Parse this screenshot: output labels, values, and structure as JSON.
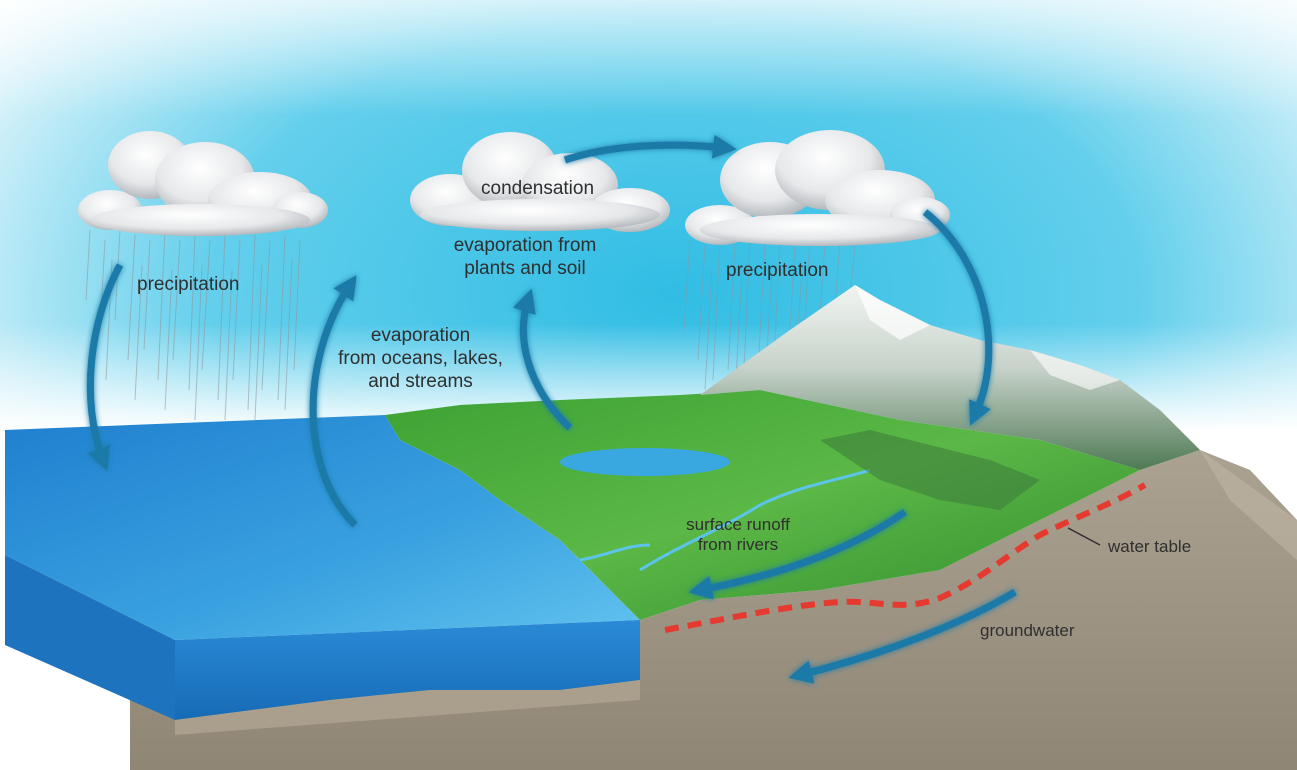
{
  "labels": {
    "precipitation_left": "precipitation",
    "condensation": "condensation",
    "evaporation_plants": [
      "evaporation from",
      "plants and soil"
    ],
    "precipitation_right": "precipitation",
    "evaporation_oceans": [
      "evaporation",
      "from oceans, lakes,",
      "and streams"
    ],
    "surface_runoff": [
      "surface runoff",
      "from rivers"
    ],
    "water_table": "water table",
    "groundwater": "groundwater"
  },
  "colors": {
    "sky": "#3ec3e6",
    "ocean": "#2f8fd6",
    "land": "#45a838",
    "mountain": "#e4eae6",
    "ground": "#a69c8a",
    "arrow": "#1a7aa8",
    "water_table_line": "#e53a30"
  },
  "icons": {
    "cloud": "cloud-icon",
    "arrow": "flow-arrow-icon"
  }
}
